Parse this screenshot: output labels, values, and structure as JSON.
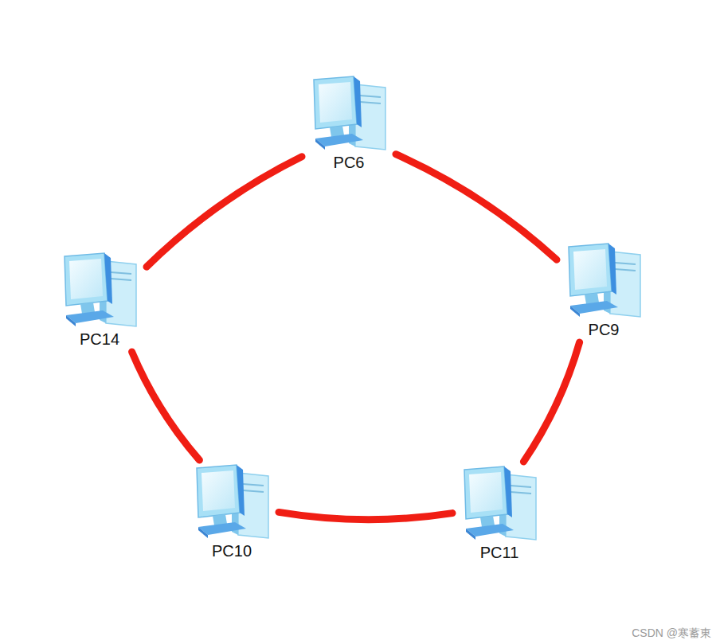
{
  "diagram": {
    "nodes": [
      {
        "text": [
          "PC6"
        ]
      },
      {
        "text": [
          "PC9"
        ]
      },
      {
        "text": [
          "PC14"
        ]
      },
      {
        "text": [
          "PC11"
        ]
      },
      {
        "text": [
          "PC10"
        ]
      }
    ],
    "edges": [
      {
        "from": 0,
        "to": 1,
        "arrow": "none"
      },
      {
        "from": 1,
        "to": 3,
        "arrow": "none"
      },
      {
        "from": 3,
        "to": 4,
        "arrow": "none"
      },
      {
        "from": 4,
        "to": 2,
        "arrow": "none"
      },
      {
        "from": 2,
        "to": 0,
        "arrow": "none"
      }
    ],
    "labels": [
      "CSDN @寒蓄東"
    ]
  }
}
